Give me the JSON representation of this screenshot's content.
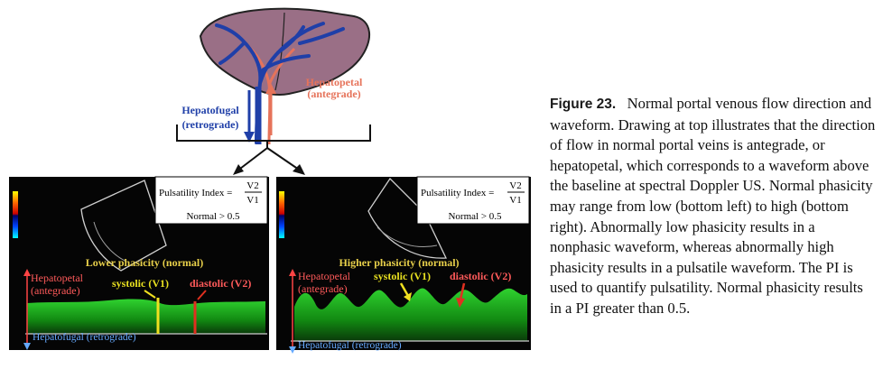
{
  "liver": {
    "hepatopetal_label_1": "Hepatopetal",
    "hepatopetal_label_2": "(antegrade)",
    "hepatofugal_label_1": "Hepatofugal",
    "hepatofugal_label_2": "(retrograde)",
    "color_liver": "#9a6f86",
    "color_vein": "#1f3fa8",
    "color_artery": "#e6735a"
  },
  "panels": [
    {
      "pi_label": "Pulsatility Index =",
      "pi_numerator": "V2",
      "pi_denominator": "V1",
      "normal_text": "Normal > 0.5",
      "phasicity_label": "Lower phasicity (normal)",
      "hepatopetal_1": "Hepatopetal",
      "hepatopetal_2": "(antegrade)",
      "systolic_label": "systolic (V1)",
      "diastolic_label": "diastolic (V2)",
      "hepatofugal": "Hepatofugal (retrograde)"
    },
    {
      "pi_label": "Pulsatility Index =",
      "pi_numerator": "V2",
      "pi_denominator": "V1",
      "normal_text": "Normal > 0.5",
      "phasicity_label": "Higher phasicity (normal)",
      "hepatopetal_1": "Hepatopetal",
      "hepatopetal_2": "(antegrade)",
      "systolic_label": "systolic (V1)",
      "diastolic_label": "diastolic (V2)",
      "hepatofugal": "Hepatofugal (retrograde)"
    }
  ],
  "caption": {
    "label": "Figure 23.",
    "text": "Normal portal venous flow direction and waveform. Drawing at top illustrates that the direction of flow in normal portal veins is antegrade, or hepatopetal, which corresponds to a waveform above the baseline at spectral Doppler US. Normal phasicity may range from low (bottom left) to high (bottom right). Abnormally low phasicity results in a nonphasic waveform, whereas abnormally high phasicity results in a pulsatile waveform. The PI is used to quantify pulsatility. Normal phasicity results in a PI greater than 0.5."
  }
}
